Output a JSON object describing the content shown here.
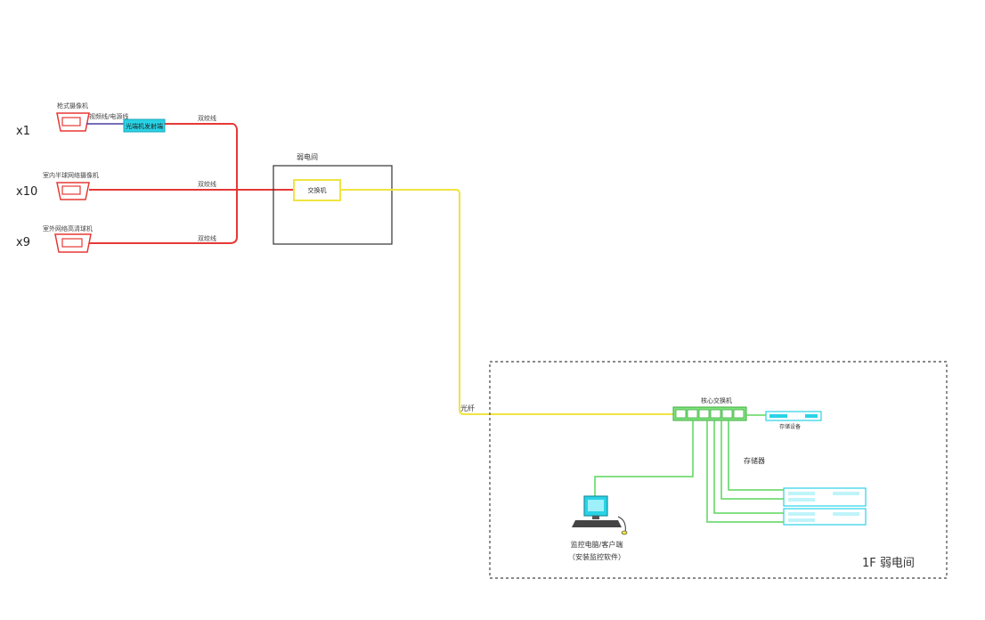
{
  "diagram": {
    "cameras": [
      {
        "count": "x1",
        "label": "枪式摄像机",
        "cable_tag": "视频线/电源线",
        "cable": "双绞线",
        "converter": "光端机发射端"
      },
      {
        "count": "x10",
        "label": "室内半球网络摄像机",
        "cable": "双绞线"
      },
      {
        "count": "x9",
        "label": "室外网络高清球机",
        "cable": "双绞线"
      }
    ],
    "field_room": {
      "title": "弱电间",
      "device": "交换机"
    },
    "fiber_label": "光纤",
    "monitor_area": {
      "core_switch_title": "核心交换机",
      "core_switch_ports": [
        "",
        "",
        "",
        "",
        "",
        ""
      ],
      "storage_label": "存储设备",
      "nvr_label": "存储器",
      "pc_label_1": "监控电脑/客户端",
      "pc_label_2": "（安装监控软件）",
      "floor_label": "1F 弱电间"
    },
    "colors": {
      "copper": "#e53935",
      "fiber": "#f0e442",
      "lan": "#5bd65b",
      "cyan": "#29d3e6",
      "box": "#333333"
    }
  }
}
